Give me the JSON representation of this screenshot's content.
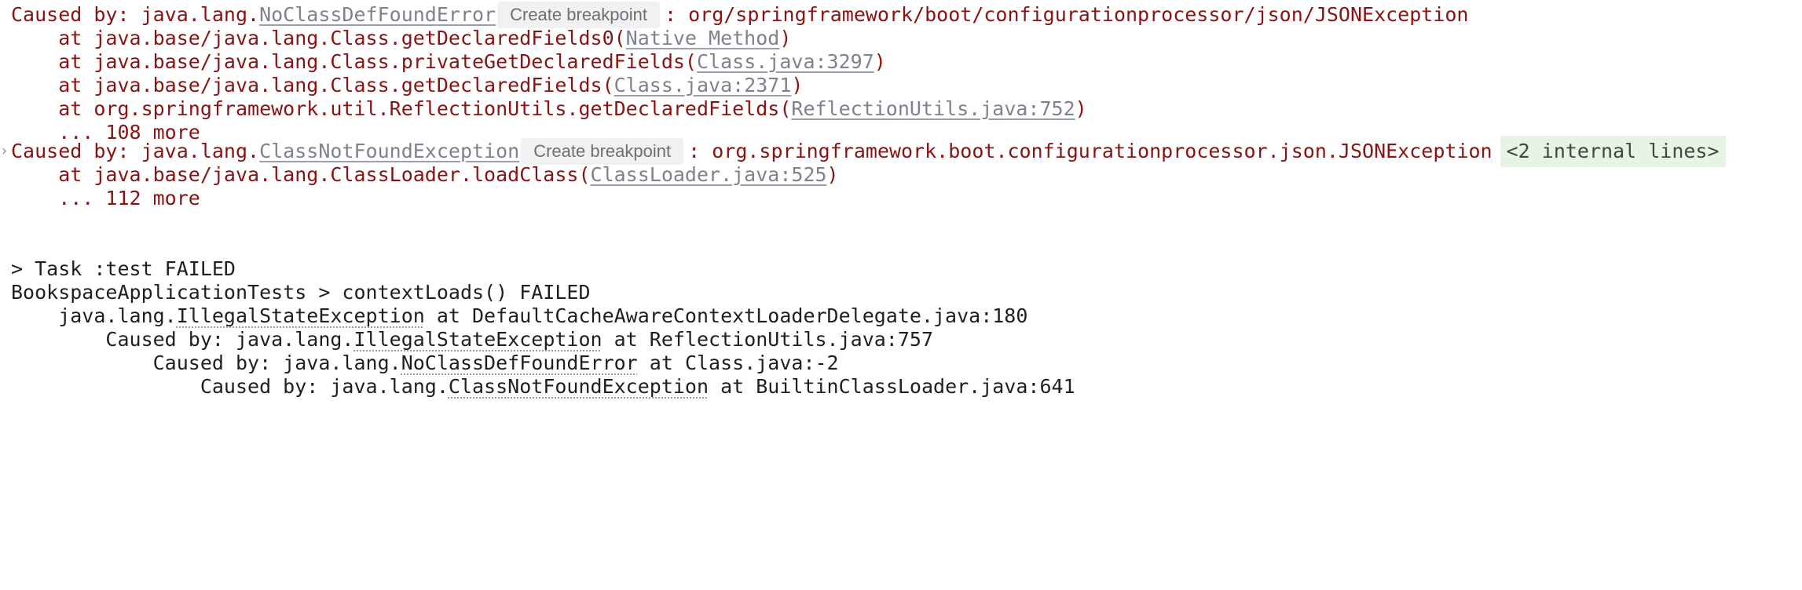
{
  "console": {
    "colors": {
      "error": "#8a1212",
      "link": "#7d828d",
      "internal_bg": "#e8f3e6",
      "breakpoint_bg": "#f0f1f2"
    },
    "create_breakpoint": "Create breakpoint",
    "line1": {
      "prefix": "Caused by: java.lang.",
      "exception": "NoClassDefFoundError",
      "message": ": org/springframework/boot/configurationprocessor/json/JSONException"
    },
    "frames1": [
      {
        "text": "    at java.base/java.lang.Class.getDeclaredFields0(",
        "link": "Native Method",
        "suffix": ")"
      },
      {
        "text": "    at java.base/java.lang.Class.privateGetDeclaredFields(",
        "link": "Class.java:3297",
        "suffix": ")"
      },
      {
        "text": "    at java.base/java.lang.Class.getDeclaredFields(",
        "link": "Class.java:2371",
        "suffix": ")"
      },
      {
        "text": "    at org.springframework.util.ReflectionUtils.getDeclaredFields(",
        "link": "ReflectionUtils.java:752",
        "suffix": ")"
      }
    ],
    "more1": "    ... 108 more",
    "line2": {
      "prefix": "Caused by: java.lang.",
      "exception": "ClassNotFoundException",
      "message": ": org.springframework.boot.configurationprocessor.json.JSONException",
      "internal": "<2 internal lines>"
    },
    "frames2": [
      {
        "text": "    at java.base/java.lang.ClassLoader.loadClass(",
        "link": "ClassLoader.java:525",
        "suffix": ")"
      }
    ],
    "more2": "    ... 112 more",
    "task_failed": "> Task :test FAILED",
    "test_failed": "BookspaceApplicationTests > contextLoads() FAILED",
    "chain": [
      {
        "indent": "    java.lang.",
        "exception": "IllegalStateException",
        "location": " at DefaultCacheAwareContextLoaderDelegate.java:180"
      },
      {
        "indent": "        Caused by: java.lang.",
        "exception": "IllegalStateException",
        "location": " at ReflectionUtils.java:757"
      },
      {
        "indent": "            Caused by: java.lang.",
        "exception": "NoClassDefFoundError",
        "location": " at Class.java:-2"
      },
      {
        "indent": "                Caused by: java.lang.",
        "exception": "ClassNotFoundException",
        "location": " at BuiltinClassLoader.java:641"
      }
    ]
  }
}
